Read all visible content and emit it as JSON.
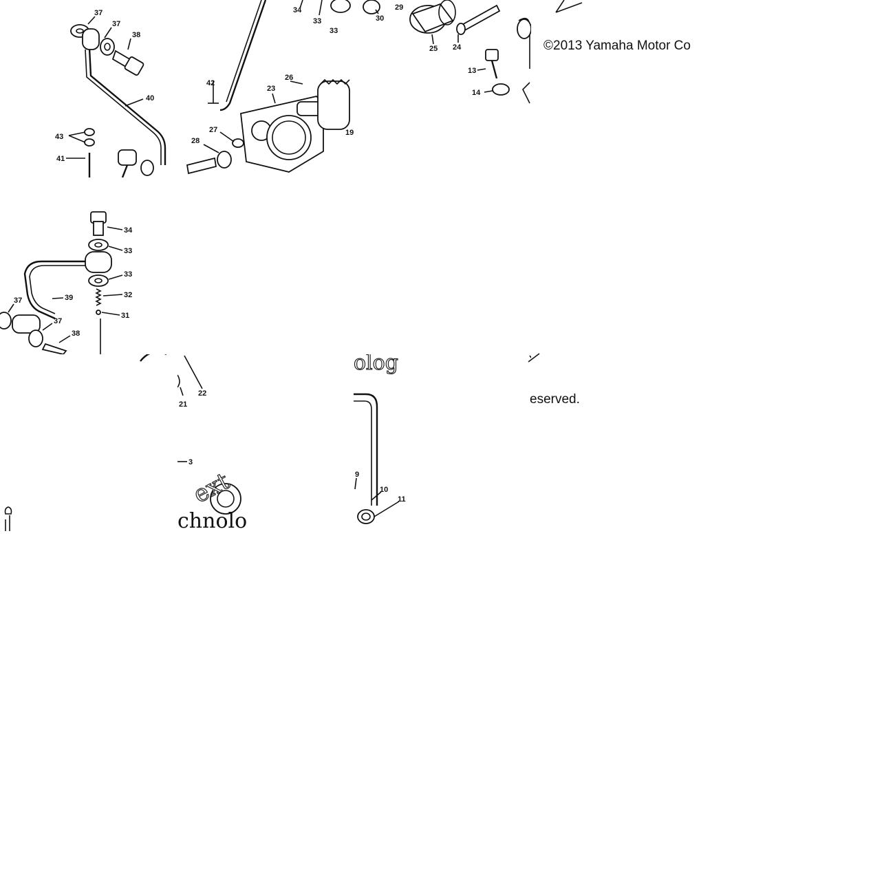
{
  "copyright_text": "©2013 Yamaha Motor Co",
  "rights_text": "eserved.",
  "watermark": {
    "word_a": "ext",
    "word_b": "chnolo",
    "word_c": "olog"
  },
  "part_labels": {
    "p37a": "37",
    "p37b": "37",
    "p38a": "38",
    "p40": "40",
    "p43": "43",
    "p41": "41",
    "p42": "42",
    "p34a": "34",
    "p33a": "33",
    "p33b": "33",
    "p30": "30",
    "p29": "29",
    "p25": "25",
    "p24": "24",
    "p26": "26",
    "p23": "23",
    "p27": "27",
    "p28": "28",
    "p19": "19",
    "p13": "13",
    "p14": "14",
    "p34b": "34",
    "p33c": "33",
    "p33d": "33",
    "p32": "32",
    "p31": "31",
    "p39": "39",
    "p37c": "37",
    "p37d": "37",
    "p38b": "38",
    "p22": "22",
    "p21": "21",
    "p3": "3",
    "p9": "9",
    "p10": "10",
    "p11": "11"
  }
}
